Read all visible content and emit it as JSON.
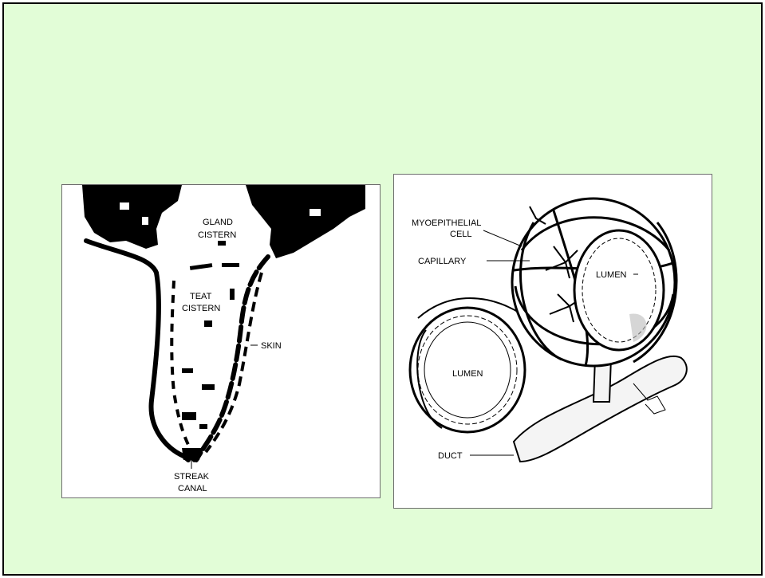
{
  "teat_diagram": {
    "labels": {
      "gland_cistern_1": "GLAND",
      "gland_cistern_2": "CISTERN",
      "teat_cistern_1": "TEAT",
      "teat_cistern_2": "CISTERN",
      "skin": "SKIN",
      "streak_canal_1": "STREAK",
      "streak_canal_2": "CANAL"
    }
  },
  "alveolus_diagram": {
    "labels": {
      "myoepithelial_1": "MYOEPITHELIAL",
      "myoepithelial_2": "CELL",
      "capillary": "CAPILLARY",
      "lumen_upper": "LUMEN",
      "lumen_lower": "LUMEN",
      "duct": "DUCT"
    }
  }
}
